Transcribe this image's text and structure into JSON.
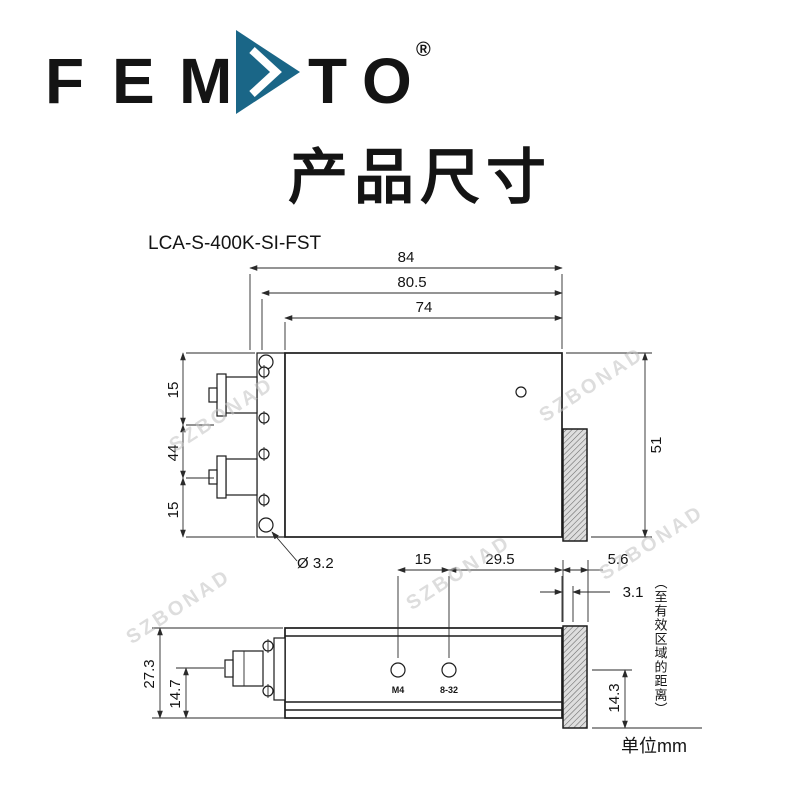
{
  "logo": {
    "letters": [
      "F",
      "E",
      "M",
      "T",
      "O"
    ],
    "registered": "®",
    "color": "#1a6687"
  },
  "title": "产品尺寸",
  "model": "LCA-S-400K-SI-FST",
  "watermark": "SZBONAD",
  "unit_label": "单位mm",
  "top_view": {
    "dim_width_outer": "84",
    "dim_width_mid": "80.5",
    "dim_width_inner": "74",
    "dim_left_top": "15",
    "dim_left_mid": "44",
    "dim_left_bottom": "15",
    "dim_height_right": "51",
    "hole_diameter_label": "Ø 3.2"
  },
  "side_view": {
    "dim_hole_offset": "15",
    "dim_hole_to_edge": "29.5",
    "dim_strip_width": "5.6",
    "dim_offset": "3.1",
    "dim_height_outer": "27.3",
    "dim_height_inner": "14.7",
    "dim_height_right": "14.3",
    "thread_label_1": "M4",
    "thread_label_2": "8-32",
    "note": "（至有效区域的距离）"
  }
}
